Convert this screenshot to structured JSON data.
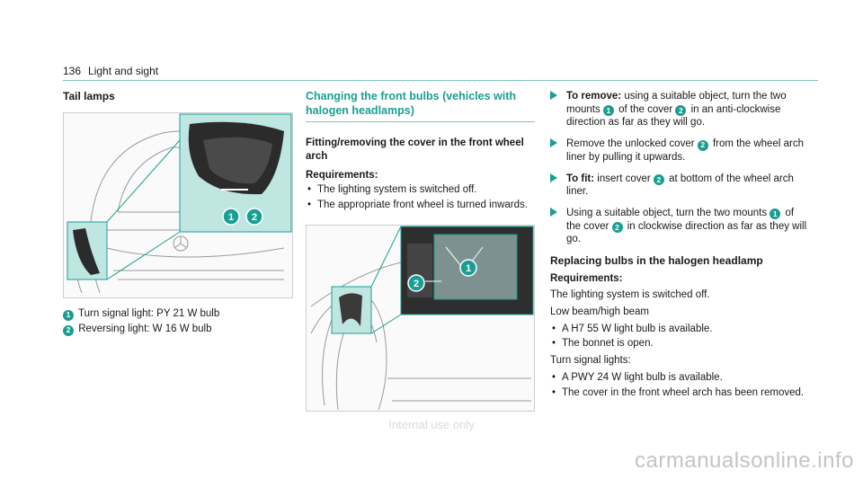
{
  "header": {
    "page_number": "136",
    "section": "Light and sight"
  },
  "tail_lamps": {
    "heading": "Tail lamps",
    "legend": [
      {
        "num": "1",
        "text": "Turn signal light: PY 21 W bulb"
      },
      {
        "num": "2",
        "text": "Reversing light: W 16 W bulb"
      }
    ],
    "figure_callouts": [
      "1",
      "2"
    ]
  },
  "front_bulbs": {
    "heading": "Changing the front bulbs (vehicles with halogen headlamps)",
    "subheading": "Fitting/removing the cover in the front wheel arch",
    "requirements_label": "Requirements:",
    "requirements": [
      "The lighting system is switched off.",
      "The appropriate front wheel is turned inwards."
    ],
    "figure_callouts": [
      "1",
      "2"
    ]
  },
  "steps": {
    "remove": {
      "label": "To remove:",
      "pre": "using a suitable object, turn the two mounts",
      "c1": "1",
      "mid": "of the cover",
      "c2": "2",
      "post": "in an anti-clockwise direction as far as they will go."
    },
    "remove_cover": {
      "pre": "Remove the unlocked cover",
      "c": "2",
      "post": "from the wheel arch liner by pulling it upwards."
    },
    "fit": {
      "label": "To fit:",
      "pre": "insert cover",
      "c": "2",
      "post": "at bottom of the wheel arch liner."
    },
    "turn": {
      "pre": "Using a suitable object, turn the two mounts",
      "c1": "1",
      "mid": "of the cover",
      "c2": "2",
      "post": "in clockwise direction as far as they will go."
    }
  },
  "halogen": {
    "heading": "Replacing bulbs in the halogen headlamp",
    "requirements_label": "Requirements:",
    "requirement_text": "The lighting system is switched off.",
    "low_beam_label": "Low beam/high beam",
    "low_beam_items": [
      "A H7 55 W light bulb is available.",
      "The bonnet is open."
    ],
    "turn_signal_label": "Turn signal lights:",
    "turn_signal_items": [
      "A PWY 24 W light bulb is available.",
      "The cover in the front wheel arch has been removed."
    ]
  },
  "watermark": "Internal use only",
  "site_watermark": "carmanualsonline.info",
  "colors": {
    "accent": "#1a9e92",
    "highlight_fill": "#bfe6e1"
  }
}
